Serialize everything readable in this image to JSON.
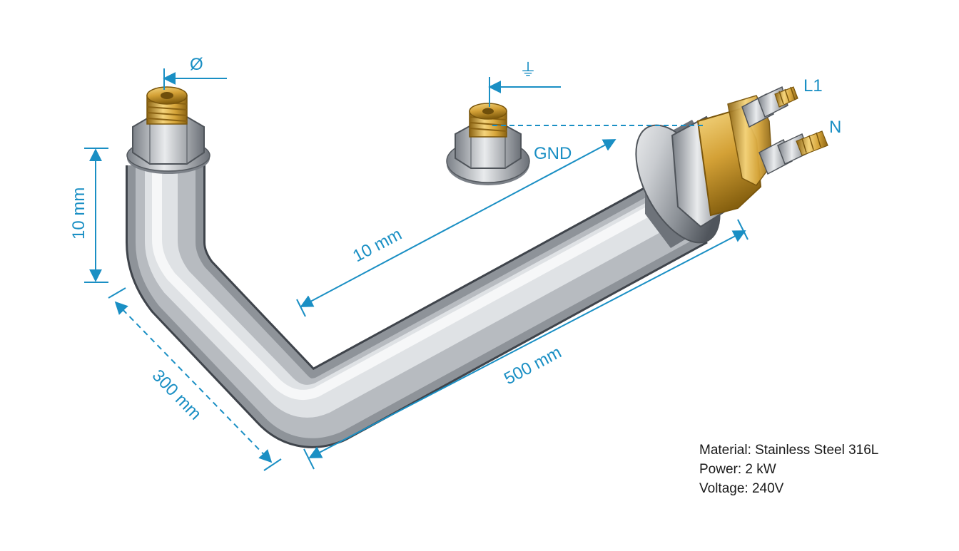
{
  "colors": {
    "dimension": "#1a8fc4",
    "steel_light": "#eef0f2",
    "steel_mid": "#a8adb3",
    "steel_dark": "#5e636a",
    "brass_light": "#f3d27a",
    "brass_dark": "#9a6f16",
    "text": "#1a1a1a"
  },
  "labels": {
    "diameter_symbol": "Ø",
    "ground_symbol": "⏚",
    "ground_label": "GND",
    "terminal_l1": "L1",
    "terminal_n": "N"
  },
  "dimensions": {
    "vertical_leg": "10 mm",
    "angled_leg": "300 mm",
    "long_leg": "500 mm",
    "inner_offset": "10 mm"
  },
  "specs": {
    "material": "Material: Stainless Steel 316L",
    "power": "Power: 2 kW",
    "voltage": "Voltage: 240V"
  },
  "icons": [
    "diameter-symbol-icon",
    "ground-symbol-icon",
    "nut-icon",
    "terminal-stud-icon"
  ]
}
